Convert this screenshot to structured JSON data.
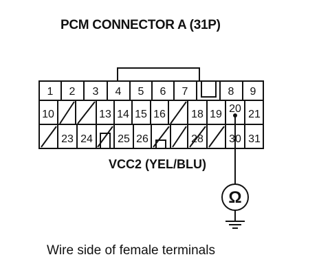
{
  "title": "PCM CONNECTOR A (31P)",
  "wire_label": "VCC2 (YEL/BLU)",
  "caption": "Wire side of female terminals",
  "meter_symbol": "Ω",
  "pins": {
    "row1": [
      "1",
      "2",
      "3",
      "4",
      "5",
      "6",
      "7",
      "",
      "8",
      "9"
    ],
    "row2": [
      "10",
      "",
      "",
      "13",
      "14",
      "15",
      "16",
      "",
      "18",
      "19",
      "20",
      "21"
    ],
    "row3": [
      "",
      "23",
      "24",
      "",
      "25",
      "26",
      "",
      "",
      "28",
      "",
      "30",
      "31"
    ]
  }
}
